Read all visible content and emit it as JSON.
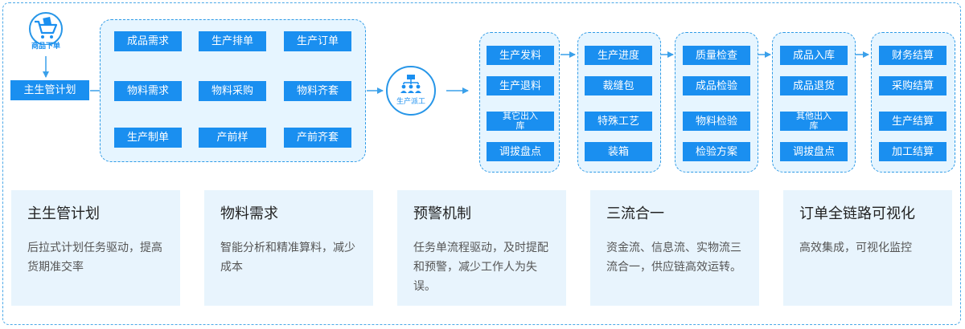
{
  "top_icon": {
    "label": "商品下单"
  },
  "plan": {
    "label": "主生管计划"
  },
  "dispatch": {
    "label": "生产派工"
  },
  "rows": [
    [
      "成品需求",
      "生产排单",
      "生产订单"
    ],
    [
      "物料需求",
      "物料采购",
      "物料齐套"
    ],
    [
      "生产制单",
      "产前样",
      "产前齐套"
    ]
  ],
  "columns": [
    [
      "生产发料",
      "生产退料",
      "其它出入库",
      "调拔盘点"
    ],
    [
      "生产进度",
      "裁缝包",
      "特殊工艺",
      "装箱"
    ],
    [
      "质量检查",
      "成品检验",
      "物料检验",
      "检验方案"
    ],
    [
      "成品入库",
      "成品退货",
      "其他出入库",
      "调拔盘点"
    ],
    [
      "财务结算",
      "采购结算",
      "生产结算",
      "加工结算"
    ]
  ],
  "cards": [
    {
      "title": "主生管计划",
      "desc": "后拉式计划任务驱动，提高货期准交率"
    },
    {
      "title": "物料需求",
      "desc": "智能分析和精准算料，减少成本"
    },
    {
      "title": "预警机制",
      "desc": "任务单流程驱动，及时提配和预警，减少工作人为失误。"
    },
    {
      "title": "三流合一",
      "desc": "资金流、信息流、实物流三流合一，供应链高效运转。"
    },
    {
      "title": "订单全链路可视化",
      "desc": "高效集成，可视化监控"
    }
  ],
  "colors": {
    "node": "#1a8ff0",
    "group_bg": "#e6f5ff",
    "border": "#2f9be6",
    "card_bg": "#e8f4fd"
  }
}
